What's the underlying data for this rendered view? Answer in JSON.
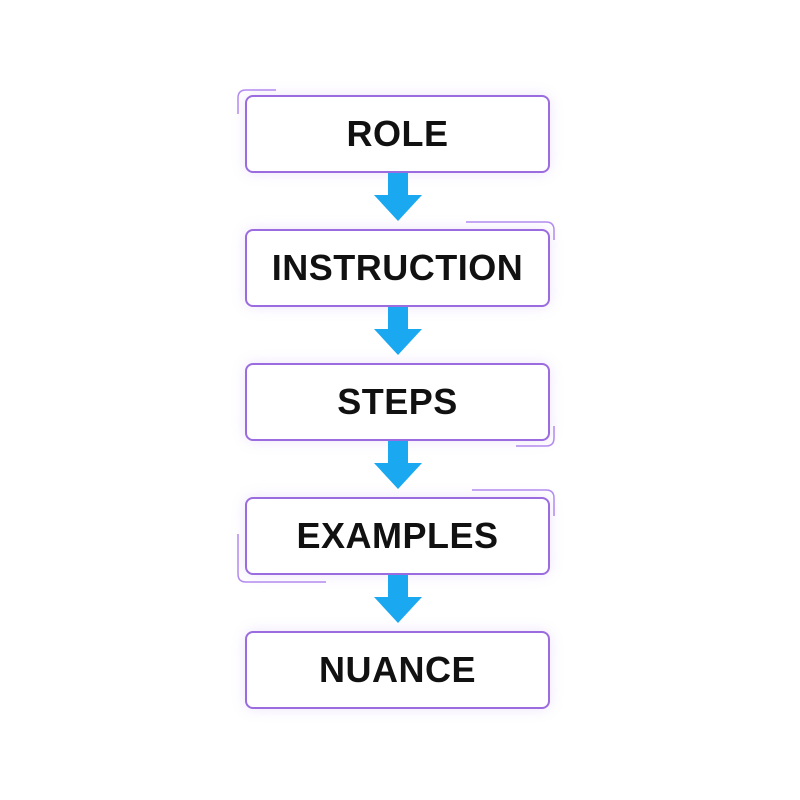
{
  "steps": [
    {
      "label": "ROLE"
    },
    {
      "label": "INSTRUCTION"
    },
    {
      "label": "STEPS"
    },
    {
      "label": "EXAMPLES"
    },
    {
      "label": "NUANCE"
    }
  ],
  "colors": {
    "box_border": "#9b6ce0",
    "arrow": "#1aa9f0",
    "text": "#111111",
    "background": "#ffffff"
  }
}
